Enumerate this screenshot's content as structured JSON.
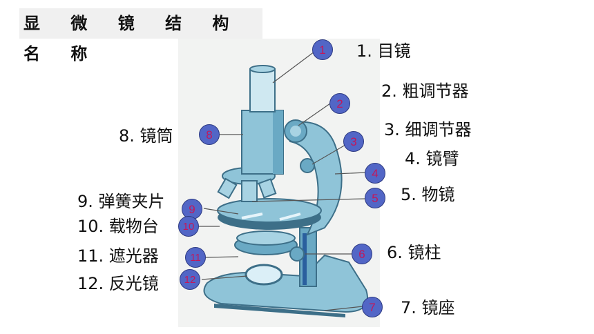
{
  "title": "显 微 镜 结 构 名 称",
  "colors": {
    "marker_fill": "#5266c6",
    "marker_text": "#c2185b",
    "microscope_body": "#8fc4d8",
    "microscope_dark": "#3d6f88"
  },
  "parts": [
    {
      "num": "1",
      "label": "1. 目镜"
    },
    {
      "num": "2",
      "label": "2. 粗调节器"
    },
    {
      "num": "3",
      "label": "3. 细调节器"
    },
    {
      "num": "4",
      "label": "4. 镜臂"
    },
    {
      "num": "5",
      "label": "5. 物镜"
    },
    {
      "num": "6",
      "label": "6. 镜柱"
    },
    {
      "num": "7",
      "label": "7. 镜座"
    },
    {
      "num": "8",
      "label": "8. 镜筒"
    },
    {
      "num": "9",
      "label": "9. 弹簧夹片"
    },
    {
      "num": "10",
      "label": "10. 载物台"
    },
    {
      "num": "11",
      "label": "11. 遮光器"
    },
    {
      "num": "12",
      "label": "12. 反光镜"
    }
  ]
}
